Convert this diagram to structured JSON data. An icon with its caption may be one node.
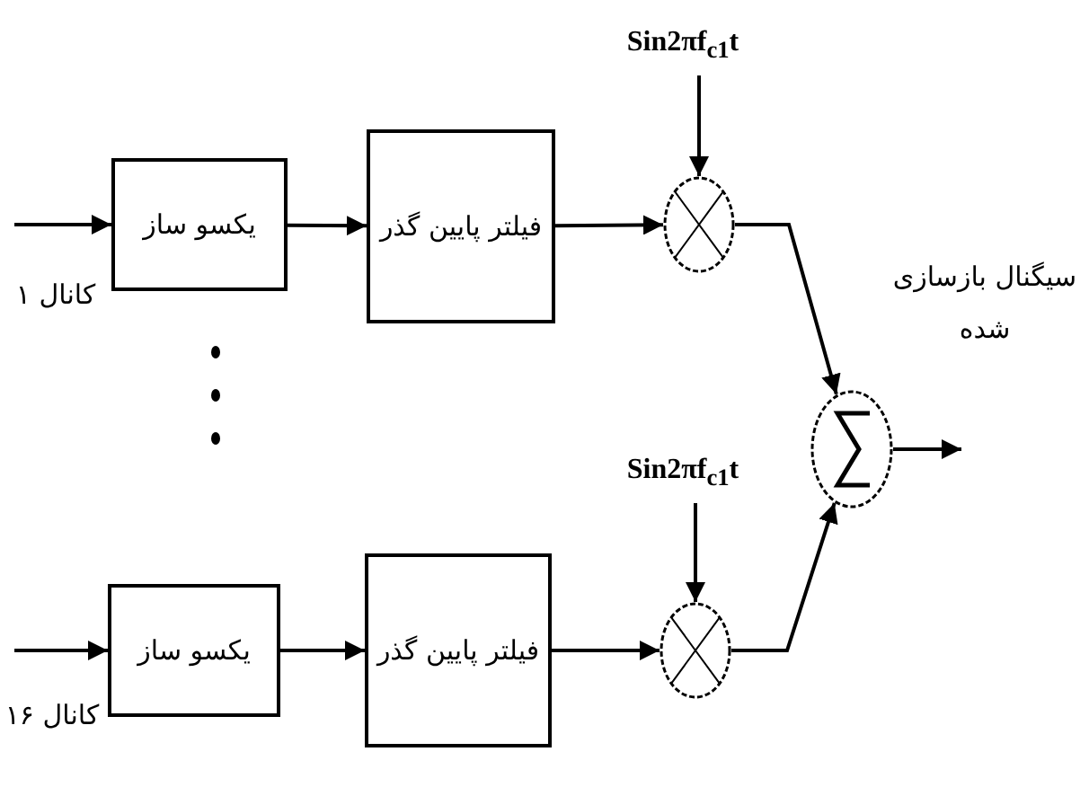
{
  "diagram": {
    "nodes": [
      {
        "text": [
          "یکسو ساز"
        ]
      },
      {
        "text": [
          "فیلتر پایین گذر"
        ]
      },
      {
        "text": [],
        "shape": "circle"
      },
      {
        "text": [
          "Sin2πf$_{c1}$t"
        ]
      },
      {
        "text": [
          "یکسو ساز"
        ]
      },
      {
        "text": [
          "فیلتر پایین گذر"
        ]
      },
      {
        "text": [],
        "shape": "circle"
      },
      {
        "text": [
          "Sin2πf$_{c1}$t"
        ]
      },
      {
        "text": [],
        "shape": "circle"
      }
    ],
    "edges": [
      {
        "from": null,
        "to": 0,
        "arrow": "to"
      },
      {
        "from": 0,
        "to": 1,
        "arrow": "to"
      },
      {
        "from": 1,
        "to": 2,
        "arrow": "to"
      },
      {
        "from": 3,
        "to": 2,
        "arrow": "to"
      },
      {
        "from": 2,
        "to": 8,
        "arrow": "to"
      },
      {
        "from": null,
        "to": 4,
        "arrow": "to"
      },
      {
        "from": 4,
        "to": 5,
        "arrow": "to"
      },
      {
        "from": 5,
        "to": 6,
        "arrow": "to"
      },
      {
        "from": 7,
        "to": 6,
        "arrow": "to"
      },
      {
        "from": 6,
        "to": 8,
        "arrow": "to"
      },
      {
        "from": 8,
        "to": null,
        "arrow": "to"
      }
    ],
    "labels": [
      "کانال ۱",
      "سیگنال بازسازی شده",
      "کانال ۱۶"
    ]
  }
}
